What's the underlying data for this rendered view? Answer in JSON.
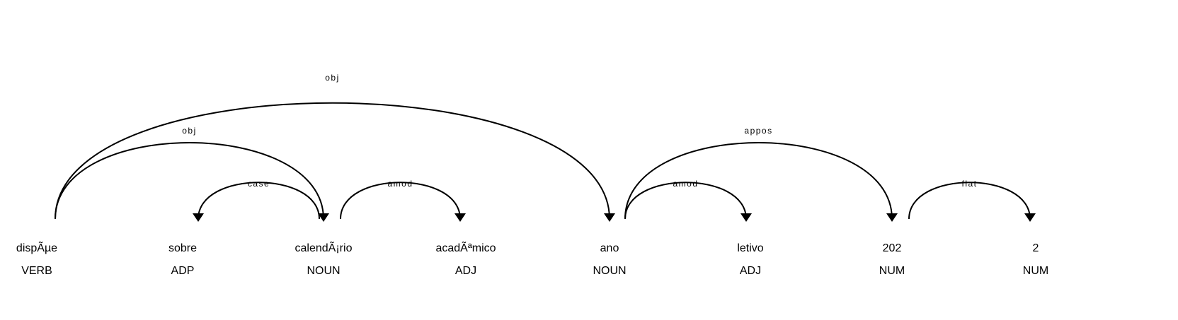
{
  "tokens": [
    {
      "text": "dispÃµe",
      "tag": "VERB"
    },
    {
      "text": "sobre",
      "tag": "ADP"
    },
    {
      "text": "calendÃ¡rio",
      "tag": "NOUN"
    },
    {
      "text": "acadÃªmico",
      "tag": "ADJ"
    },
    {
      "text": "ano",
      "tag": "NOUN"
    },
    {
      "text": "letivo",
      "tag": "ADJ"
    },
    {
      "text": "202",
      "tag": "NUM"
    },
    {
      "text": "2",
      "tag": "NUM"
    }
  ],
  "arcs": [
    {
      "head": 0,
      "dep": 4,
      "label": "obj"
    },
    {
      "head": 0,
      "dep": 2,
      "label": "obj"
    },
    {
      "head": 2,
      "dep": 1,
      "label": "case"
    },
    {
      "head": 2,
      "dep": 3,
      "label": "amod"
    },
    {
      "head": 4,
      "dep": 6,
      "label": "appos"
    },
    {
      "head": 4,
      "dep": 5,
      "label": "amod"
    },
    {
      "head": 6,
      "dep": 7,
      "label": "flat"
    }
  ]
}
